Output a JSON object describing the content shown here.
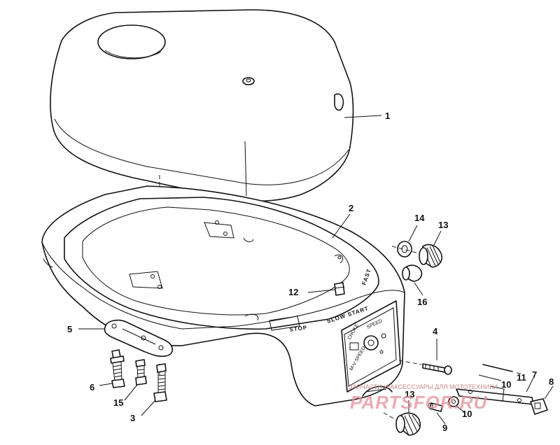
{
  "callouts": {
    "c1": "1",
    "c2": "2",
    "c3": "3",
    "c4": "4",
    "c5": "5",
    "c6": "6",
    "c7": "7",
    "c8": "8",
    "c9": "9",
    "c10a": "10",
    "c10b": "10",
    "c11": "11",
    "c12": "12",
    "c13a": "13",
    "c13b": "13",
    "c14": "14",
    "c15": "15",
    "c16": "16"
  },
  "labels": {
    "fast": "FAST",
    "slow_start": "SLOW START",
    "stop": "STOP",
    "choke": "CHOKE",
    "panel_speed": "SPEED",
    "panel_mark": "M-V SPEED"
  },
  "watermark": {
    "line1": "ЗАПЧАСТИ И АКСЕССУАРЫ ДЛЯ МОТОТЕХНИКИ",
    "line2": "PARTSFOR.RU"
  }
}
